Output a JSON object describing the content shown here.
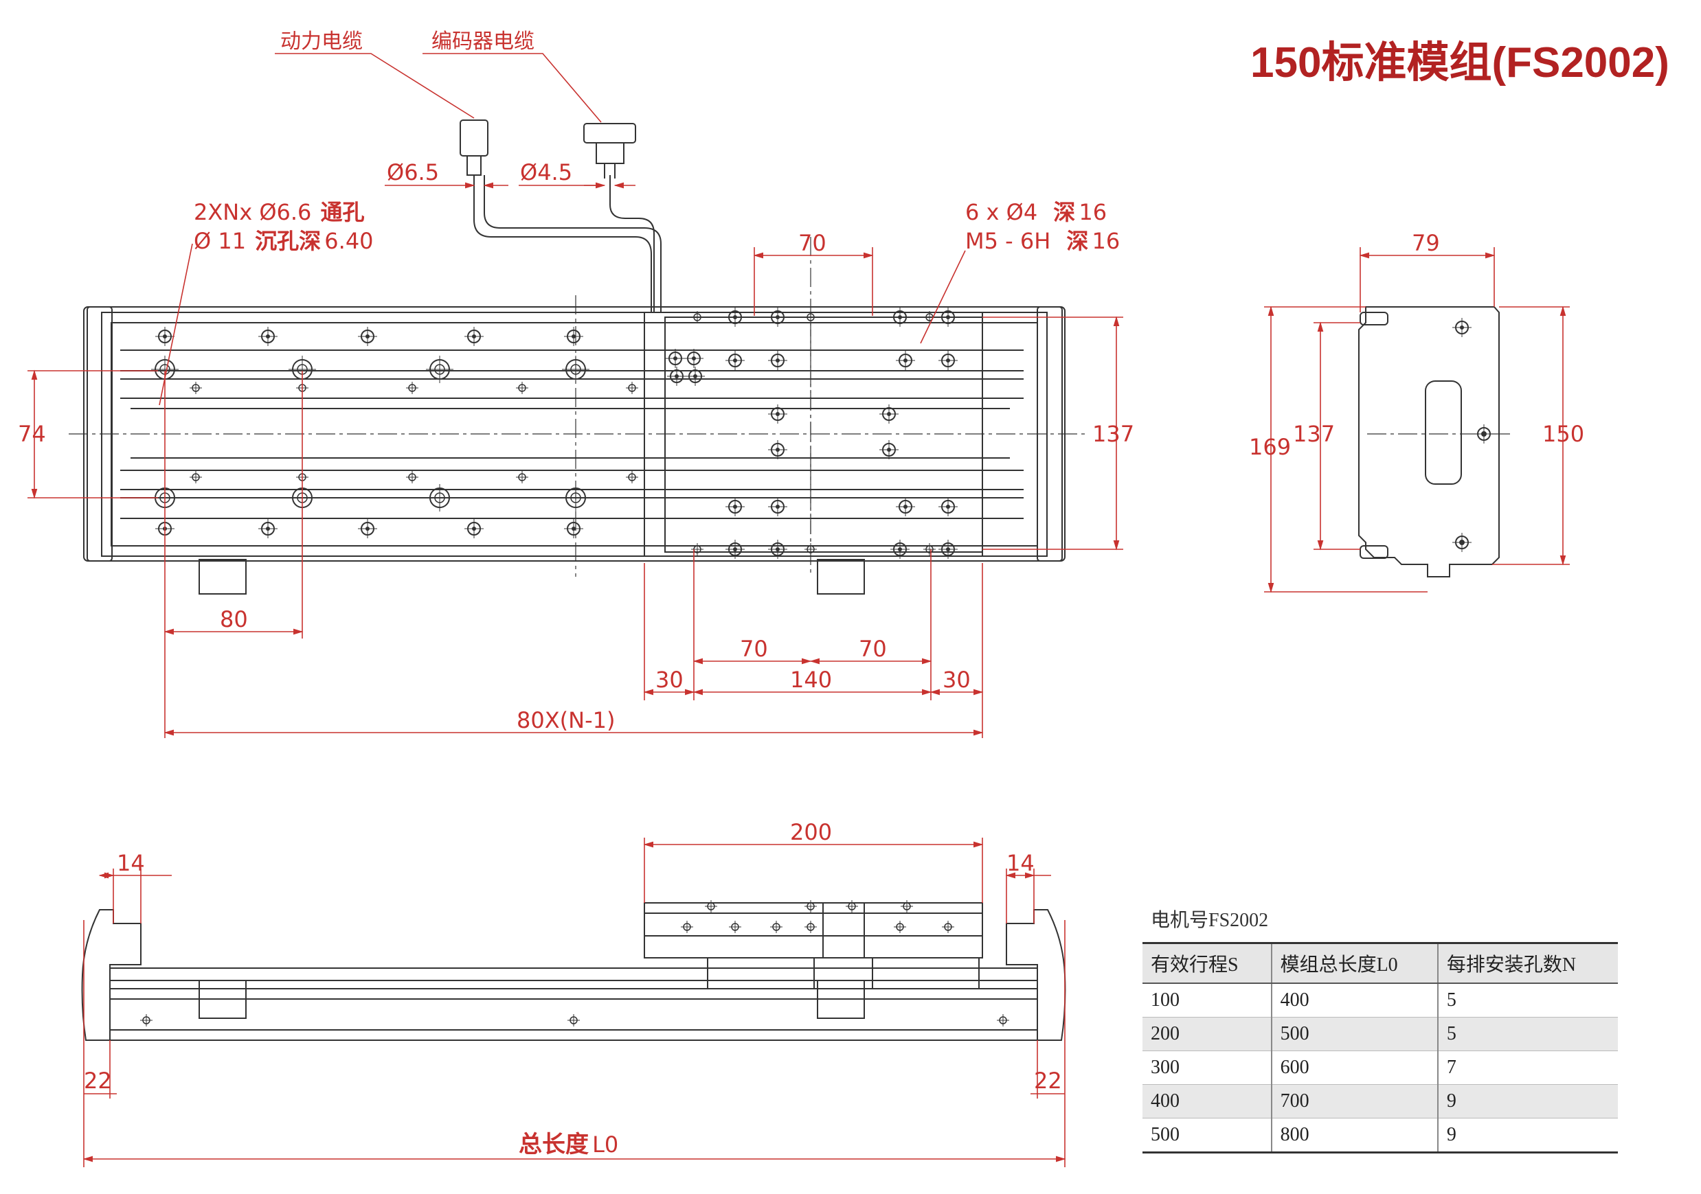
{
  "title": "150标准模组(FS2002)",
  "colors": {
    "annotation": "#c8322f",
    "title": "#b22222",
    "line": "#333333"
  },
  "labels": {
    "power_cable": "动力电缆",
    "encoder_cable": "编码器电缆",
    "dia_power": "Ø6.5",
    "dia_encoder": "Ø4.5",
    "through_hole_a": "2XNx Ø6.6",
    "through_hole_b": "通孔",
    "counterbore_a": "Ø 11",
    "counterbore_b": "沉孔深",
    "counterbore_c": "6.40",
    "slider_hole_a": "6 x Ø4",
    "slider_hole_b": "深",
    "slider_hole_c": "16",
    "thread_a": "M5 - 6H",
    "thread_b": "深",
    "thread_c": "16",
    "total_length_a": "总长度",
    "total_length_b": "L0"
  },
  "dims": {
    "d70_top": "70",
    "d74": "74",
    "d137": "137",
    "d80": "80",
    "d70_left": "70",
    "d70_right": "70",
    "d30_left": "30",
    "d140": "140",
    "d30_right": "30",
    "d80n": "80X(N-1)",
    "d79": "79",
    "d169": "169",
    "d137_side": "137",
    "d150": "150",
    "d200": "200",
    "d14_left": "14",
    "d14_right": "14",
    "d22_left": "22",
    "d22_right": "22"
  },
  "spec_table": {
    "caption": "电机号FS2002",
    "headers": [
      "有效行程S",
      "模组总长度L0",
      "每排安装孔数N"
    ],
    "rows": [
      [
        "100",
        "400",
        "5"
      ],
      [
        "200",
        "500",
        "5"
      ],
      [
        "300",
        "600",
        "7"
      ],
      [
        "400",
        "700",
        "9"
      ],
      [
        "500",
        "800",
        "9"
      ]
    ]
  }
}
